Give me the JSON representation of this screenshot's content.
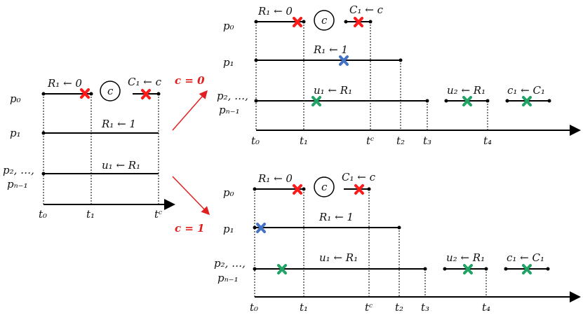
{
  "colors": {
    "red_cross": "#ff1a1a",
    "blue_cross": "#4472c4",
    "green_cross": "#21a366",
    "arrow": "#e02020",
    "line": "#000000"
  },
  "left": {
    "process_labels": [
      "p₀",
      "p₁",
      "p₂, …,",
      "pₙ₋₁"
    ],
    "ops": {
      "r1_write_0": "R₁ ← 0",
      "coin": "c",
      "c1_write_c": "C₁ ← c",
      "r1_write_1": "R₁ ← 1",
      "u1_read": "u₁ ← R₁"
    },
    "time_labels": [
      "t₀",
      "t₁",
      "tᶜ"
    ]
  },
  "branches": {
    "c0": "c = 0",
    "c1": "c = 1"
  },
  "right_top": {
    "process_labels": [
      "p₀",
      "p₁",
      "p₂, …,",
      "pₙ₋₁"
    ],
    "ops": {
      "r1_write_0": "R₁ ← 0",
      "coin": "c",
      "c1_write_c": "C₁ ← c",
      "r1_write_1": "R₁ ← 1",
      "u1_read": "u₁ ← R₁",
      "u2_read": "u₂ ← R₁",
      "c1_read": "c₁ ← C₁"
    },
    "time_labels": [
      "t₀",
      "t₁",
      "tᶜ",
      "t₂",
      "t₃",
      "t₄"
    ]
  },
  "right_bottom": {
    "process_labels": [
      "p₀",
      "p₁",
      "p₂, …,",
      "pₙ₋₁"
    ],
    "ops": {
      "r1_write_0": "R₁ ← 0",
      "coin": "c",
      "c1_write_c": "C₁ ← c",
      "r1_write_1": "R₁ ← 1",
      "u1_read": "u₁ ← R₁",
      "u2_read": "u₂ ← R₁",
      "c1_read": "c₁ ← C₁"
    },
    "time_labels": [
      "t₀",
      "t₁",
      "tᶜ",
      "t₂",
      "t₃",
      "t₄"
    ]
  }
}
